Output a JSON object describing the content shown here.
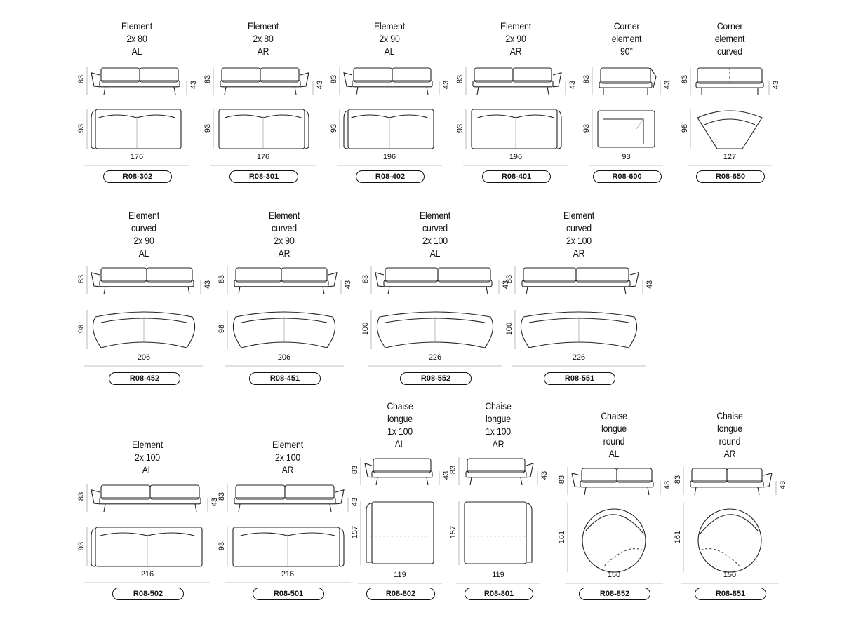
{
  "modules": [
    {
      "id": "r1c1",
      "title": [
        "Element",
        "2x 80",
        "AL"
      ],
      "h_front": "83",
      "seat": "43",
      "depth": "93",
      "width": "176",
      "code": "R08-302",
      "kind": "sofa2",
      "arm": "L"
    },
    {
      "id": "r1c2",
      "title": [
        "Element",
        "2x 80",
        "AR"
      ],
      "h_front": "83",
      "seat": "43",
      "depth": "93",
      "width": "176",
      "code": "R08-301",
      "kind": "sofa2",
      "arm": "R"
    },
    {
      "id": "r1c3",
      "title": [
        "Element",
        "2x 90",
        "AL"
      ],
      "h_front": "83",
      "seat": "43",
      "depth": "93",
      "width": "196",
      "code": "R08-402",
      "kind": "sofa2",
      "arm": "L"
    },
    {
      "id": "r1c4",
      "title": [
        "Element",
        "2x 90",
        "AR"
      ],
      "h_front": "83",
      "seat": "43",
      "depth": "93",
      "width": "196",
      "code": "R08-401",
      "kind": "sofa2",
      "arm": "R"
    },
    {
      "id": "r1c5",
      "title": [
        "Corner",
        "element",
        "90°"
      ],
      "h_front": "83",
      "seat": "43",
      "depth": "93",
      "width": "93",
      "code": "R08-600",
      "kind": "corner",
      "arm": "R"
    },
    {
      "id": "r1c6",
      "title": [
        "Corner",
        "element",
        "curved"
      ],
      "h_front": "83",
      "seat": "43",
      "depth": "98",
      "width": "127",
      "code": "R08-650",
      "kind": "cornercurved",
      "arm": "N"
    },
    {
      "id": "r2c1",
      "title": [
        "Element",
        "curved",
        "2x 90",
        "AL"
      ],
      "h_front": "83",
      "seat": "43",
      "depth": "98",
      "width": "206",
      "code": "R08-452",
      "kind": "curved2",
      "arm": "L"
    },
    {
      "id": "r2c2",
      "title": [
        "Element",
        "curved",
        "2x 90",
        "AR"
      ],
      "h_front": "83",
      "seat": "43",
      "depth": "98",
      "width": "206",
      "code": "R08-451",
      "kind": "curved2",
      "arm": "R"
    },
    {
      "id": "r2c3",
      "title": [
        "Element",
        "curved",
        "2x 100",
        "AL"
      ],
      "h_front": "83",
      "seat": "43",
      "depth": "100",
      "width": "226",
      "code": "R08-552",
      "kind": "curved2",
      "arm": "L"
    },
    {
      "id": "r2c4",
      "title": [
        "Element",
        "curved",
        "2x 100",
        "AR"
      ],
      "h_front": "83",
      "seat": "43",
      "depth": "100",
      "width": "226",
      "code": "R08-551",
      "kind": "curved2",
      "arm": "R"
    },
    {
      "id": "r3c1",
      "title": [
        "Element",
        "2x 100",
        "AL"
      ],
      "h_front": "83",
      "seat": "43",
      "depth": "93",
      "width": "216",
      "code": "R08-502",
      "kind": "sofa2",
      "arm": "L"
    },
    {
      "id": "r3c2",
      "title": [
        "Element",
        "2x 100",
        "AR"
      ],
      "h_front": "83",
      "seat": "43",
      "depth": "93",
      "width": "216",
      "code": "R08-501",
      "kind": "sofa2",
      "arm": "R"
    },
    {
      "id": "r3c3",
      "title": [
        "Chaise",
        "longue",
        "1x 100",
        "AL"
      ],
      "h_front": "83",
      "seat": "43",
      "depth": "157",
      "width": "119",
      "code": "R08-802",
      "kind": "chaise",
      "arm": "L"
    },
    {
      "id": "r3c4",
      "title": [
        "Chaise",
        "longue",
        "1x 100",
        "AR"
      ],
      "h_front": "83",
      "seat": "43",
      "depth": "157",
      "width": "119",
      "code": "R08-801",
      "kind": "chaise",
      "arm": "R"
    },
    {
      "id": "r3c5",
      "title": [
        "Chaise",
        "longue",
        "round",
        "AL"
      ],
      "h_front": "83",
      "seat": "43",
      "depth": "161",
      "width": "150",
      "code": "R08-852",
      "kind": "round",
      "arm": "L"
    },
    {
      "id": "r3c6",
      "title": [
        "Chaise",
        "longue",
        "round",
        "AR"
      ],
      "h_front": "83",
      "seat": "43",
      "depth": "161",
      "width": "150",
      "code": "R08-851",
      "kind": "round",
      "arm": "R"
    }
  ]
}
